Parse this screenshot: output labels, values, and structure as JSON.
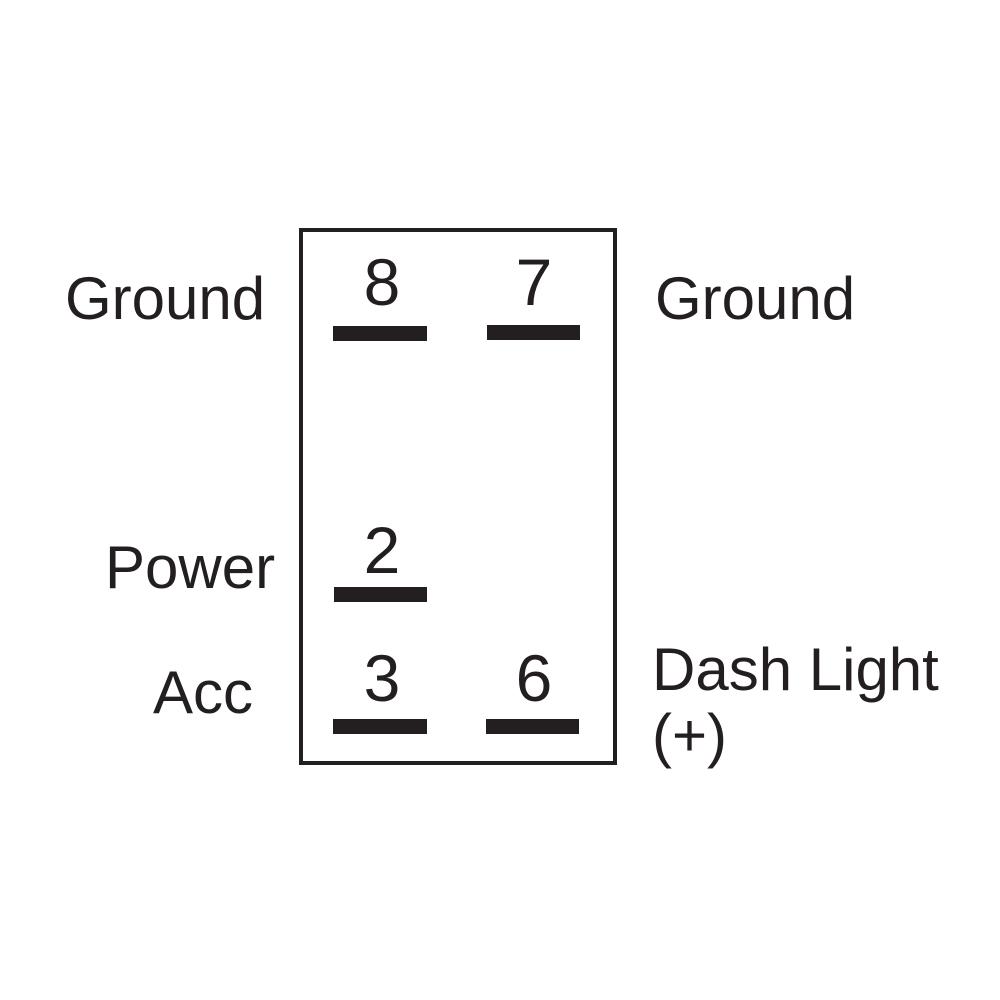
{
  "diagram": {
    "labels": {
      "ground_left": "Ground",
      "ground_right": "Ground",
      "power": "Power",
      "acc": "Acc",
      "dash_light": "Dash Light",
      "dash_light_polarity": "(+)"
    },
    "terminals": {
      "t8": "8",
      "t7": "7",
      "t2": "2",
      "t3": "3",
      "t6": "6"
    },
    "colors": {
      "ink": "#231f20",
      "background": "#ffffff"
    }
  }
}
